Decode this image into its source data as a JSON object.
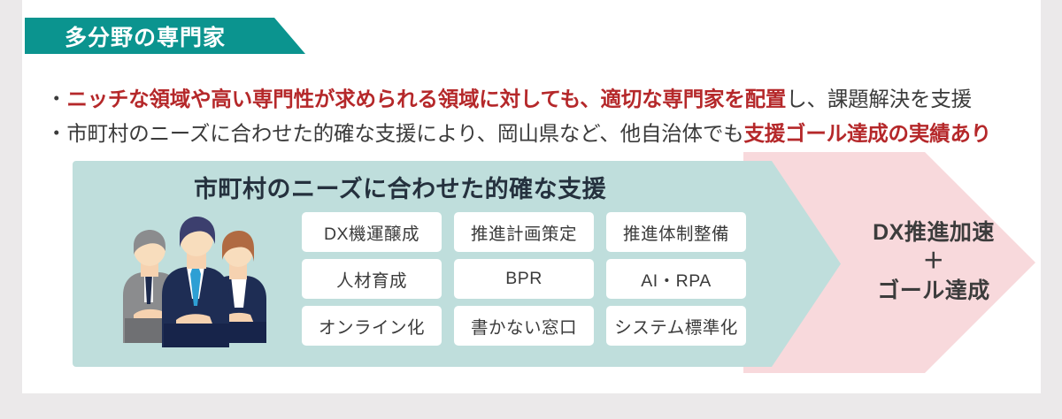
{
  "banner": {
    "title": "多分野の専門家",
    "color": "#0b948f"
  },
  "bullets": [
    {
      "marker": "・",
      "segments": [
        {
          "text": "ニッチな領域や高い専門性が求められる領域に対しても、適切な専門家を配置",
          "emphasis": true
        },
        {
          "text": "し、課題解決を支援",
          "emphasis": false
        }
      ]
    },
    {
      "marker": "・",
      "segments": [
        {
          "text": "市町村のニーズに合わせた的確な支援により、岡山県など、他自治体でも",
          "emphasis": false
        },
        {
          "text": "支援ゴール達成の実績あり",
          "emphasis": true
        }
      ]
    }
  ],
  "panel": {
    "title": "市町村のニーズに合わせた的確な支援",
    "background_color": "#bfdedc",
    "chips": [
      "DX機運醸成",
      "推進計画策定",
      "推進体制整備",
      "人材育成",
      "BPR",
      "AI・RPA",
      "オンライン化",
      "書かない窓口",
      "システム標準化"
    ],
    "illustration": "three-business-people-illustration"
  },
  "outcome": {
    "line1": "DX推進加速",
    "plus": "＋",
    "line2": "ゴール達成",
    "background_color": "#f8d9dc"
  },
  "colors": {
    "accent_red": "#b5282a",
    "teal": "#0b948f",
    "page_background": "#ebe9ea"
  }
}
